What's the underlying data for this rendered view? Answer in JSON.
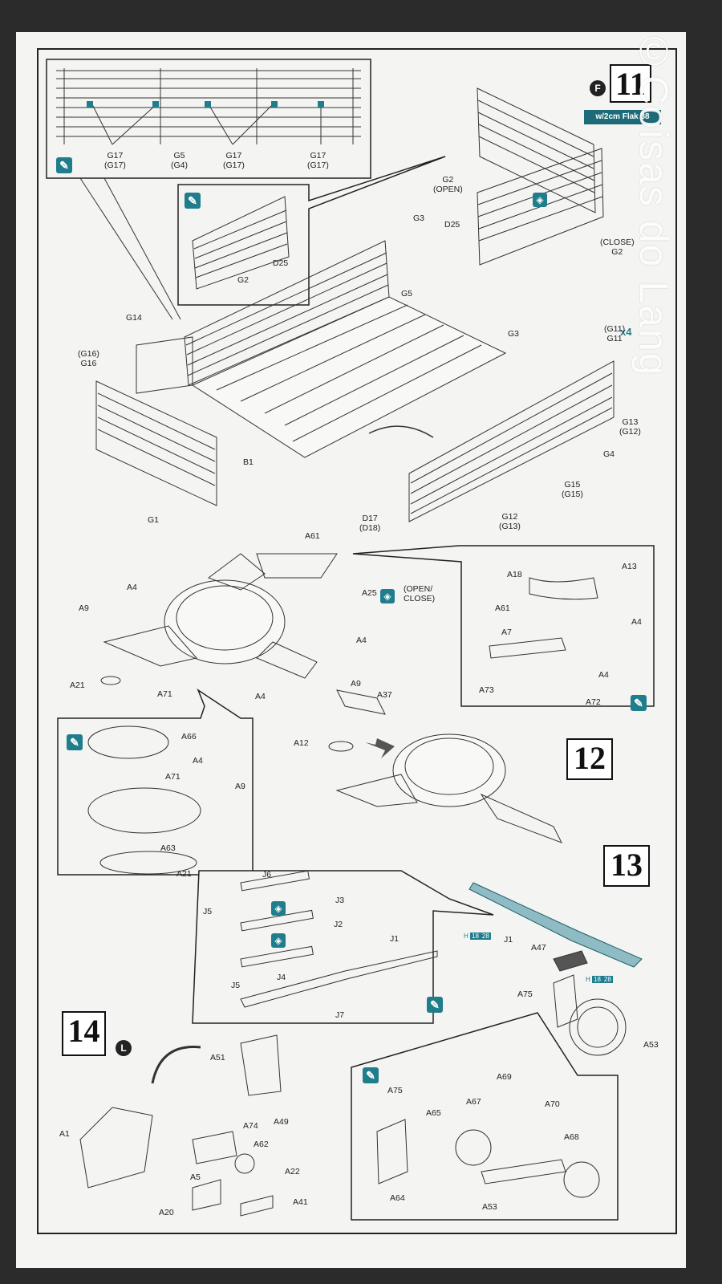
{
  "watermark": "©Coisas do Lang",
  "step11": {
    "number": "11",
    "badge": "F",
    "variant": "w/2cm Flak 38",
    "x4": "x4",
    "labels": {
      "g17a": "G17\n(G17)",
      "g5g4": "G5\n(G4)",
      "g17b": "G17\n(G17)",
      "g17c": "G17\n(G17)",
      "g2open": "G2\n(OPEN)",
      "g3a": "G3",
      "d25a": "D25",
      "close": "(CLOSE)\nG2",
      "d25b": "D25",
      "g2b": "G2",
      "g5": "G5",
      "g14": "G14",
      "g3b": "G3",
      "g11": "(G11)\nG11",
      "g16": "(G16)\nG16",
      "g13": "G13\n(G12)",
      "g4": "G4",
      "b1": "B1",
      "g1": "G1",
      "g15": "G15\n(G15)",
      "g12": "G12\n(G13)",
      "d17": "D17\n(D18)"
    }
  },
  "step12": {
    "number": "12",
    "labels": {
      "a61": "A61",
      "a4a": "A4",
      "a9a": "A9",
      "a25": "A25",
      "openclose": "(OPEN/\nCLOSE)",
      "a4b": "A4",
      "a9b": "A9",
      "a21": "A21",
      "a71": "A71",
      "a4c": "A4",
      "a37": "A37",
      "a12": "A12",
      "a18": "A18",
      "a13": "A13",
      "a61b": "A61",
      "a4d": "A4",
      "a7": "A7",
      "a4e": "A4",
      "a73": "A73",
      "a72": "A72",
      "a66": "A66",
      "a71b": "A71",
      "a4f": "A4",
      "a9c": "A9",
      "a63": "A63",
      "a21b": "A21"
    }
  },
  "step13": {
    "number": "13",
    "labels": {
      "j6": "J6",
      "j3": "J3",
      "j5a": "J5",
      "j2": "J2",
      "j1": "J1",
      "j4": "J4",
      "j5b": "J5",
      "j7": "J7",
      "j1b": "J1",
      "a47": "A47",
      "a75": "A75",
      "a53": "A53"
    },
    "refs": [
      "H 18 28",
      "H 18 28"
    ]
  },
  "step14": {
    "number": "14",
    "badge": "L",
    "labels": {
      "a51": "A51",
      "a74": "A74",
      "a49": "A49",
      "a1": "A1",
      "a62": "A62",
      "a22": "A22",
      "a5": "A5",
      "a20": "A20",
      "a41": "A41",
      "a75": "A75",
      "a65": "A65",
      "a69": "A69",
      "a67": "A67",
      "a70": "A70",
      "a68": "A68",
      "a64": "A64",
      "a53": "A53"
    }
  }
}
